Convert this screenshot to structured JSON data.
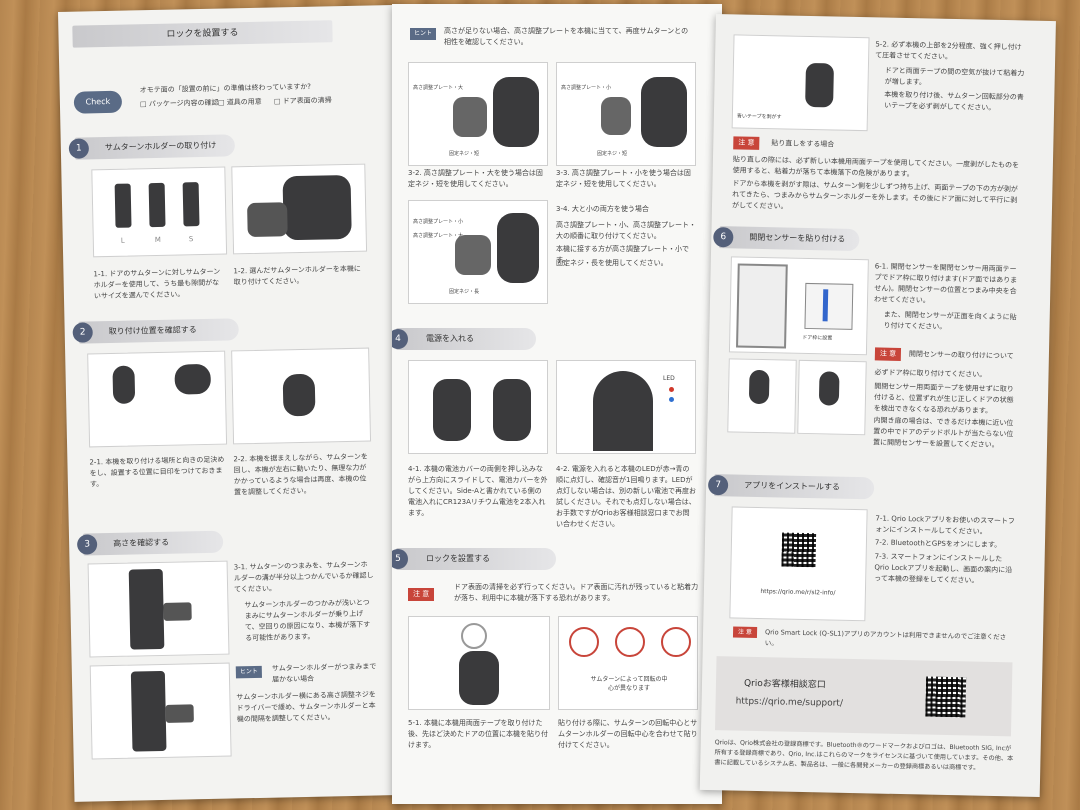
{
  "panel1": {
    "title": "ロックを設置する",
    "check_label": "Check",
    "check_question": "オモテ面の「設置の前に」の準備は終わっていますか?",
    "check_items": [
      "□ パッケージ内容の確認",
      "□ 道具の用意",
      "□ ドア表面の清掃"
    ],
    "s1_num": "1",
    "s1_title": "サムターンホルダーの取り付け",
    "s1_sizes": [
      "L",
      "M",
      "S"
    ],
    "s1_1": "1-1. ドアのサムターンに対しサムターンホルダーを使用して、うち最も隙間がないサイズを選んでください。",
    "s1_2": "1-2. 選んだサムターンホルダーを本機に取り付けてください。",
    "s2_num": "2",
    "s2_title": "取り付け位置を確認する",
    "s2_1": "2-1. 本機を取り付ける場所と向きの足決めをし、設置する位置に目印をつけておきます。",
    "s2_2": "2-2. 本機を据まえしながら、サムターンを回し、本機が左右に動いたり、無理な力がかかっているような場合は再度、本機の位置を調整してください。",
    "s3_num": "3",
    "s3_title": "高さを確認する",
    "s3_1": "3-1. サムターンのつまみを、サムターンホルダーの溝が半分以上つかんでいるか確認してください。",
    "s3_1b": "サムターンホルダーのつかみが浅いとつまみにサムターンホルダーが乗り上げて、空回りの原因になり、本機が落下する可能性があります。",
    "hint_label": "ヒント",
    "hint_title": "サムターンホルダーがつまみまで届かない場合",
    "hint_text": "サムターンホルダー横にある高さ調整ネジをドライバーで緩め、サムターンホルダーと本機の間隔を調整してください。"
  },
  "panel2": {
    "hint_label": "ヒント",
    "intro": "高さが足りない場合、高さ調整プレートを本機に当てて、再度サムターンとの相性を確認してください。",
    "plate_large": "高さ調整プレート・大",
    "plate_small": "高さ調整プレート・小",
    "screw_long": "固定ネジ・長",
    "screw_short": "固定ネジ・短",
    "s3_2": "3-2. 高さ調整プレート・大を使う場合は固定ネジ・短を使用してください。",
    "s3_3": "3-3. 高さ調整プレート・小を使う場合は固定ネジ・短を使用してください。",
    "s3_4": "3-4. 大と小の両方を使う場合",
    "s3_4_items": [
      "高さ調整プレート・小、高さ調整プレート・大の順番に取り付けてください。",
      "本機に接する方が高さ調整プレート・小です。",
      "固定ネジ・長を使用してください。"
    ],
    "s4_num": "4",
    "s4_title": "電源を入れる",
    "led_label": "LED",
    "s4_1": "4-1. 本機の電池カバーの両側を押し込みながら上方向にスライドして、電池カバーを外してください。Side-Aと書かれている側の電池入れにCR123Aリチウム電池を2本入れます。",
    "s4_2": "4-2. 電源を入れると本機のLEDが赤→青の順に点灯し、確認音が1回鳴ります。LEDが点灯しない場合は、別の新しい電池で再度お試しください。それでも点灯しない場合は、お手数ですがQrioお客様相談窓口までお問い合わせください。",
    "s5_num": "5",
    "s5_title": "ロックを設置する",
    "caution_label": "注 意",
    "s5_caution": "ドア表面の清掃を必ず行ってください。ドア表面に汚れが残っていると粘着力が落ち、利用中に本機が落下する恐れがあります。",
    "rotation_note": "サムターンによって回転の中心が異なります",
    "s5_1": "5-1. 本機に本機用両面テープを取り付けた後、先ほど決めたドアの位置に本機を貼り付けます。",
    "s5_1b": "貼り付ける際に、サムターンの回転中心とサムターンホルダーの回転中心を合わせて貼り付けてください。"
  },
  "panel3": {
    "s5_2": "5-2. 必ず本機の上部を2分程度、強く押し付けて圧着させてください。",
    "s5_2b": "ドアと両面テープの間の空気が抜けて粘着力が増します。",
    "s5_2c": "本機を取り付け後、サムターン回転部分の青いテープを必ず剥がしてください。",
    "tape_label": "青いテープを剥がす",
    "caution_label": "注 意",
    "reattach_title": "貼り直しをする場合",
    "reattach_items": [
      "貼り直しの際には、必ず新しい本機用両面テープを使用してください。一度剥がしたものを使用すると、粘着力が落ちて本機落下の危険があります。",
      "ドアから本機を剥がす際は、サムターン側を少しずつ持ち上げ、両面テープの下の方が剥がれてきたら、つまみからサムターンホルダーを外します。その後にドア面に対して平行に剥がしてください。"
    ],
    "s6_num": "6",
    "s6_title": "開閉センサーを貼り付ける",
    "door_frame_label": "ドア枠に設置",
    "s6_1": "6-1. 開閉センサーを開閉センサー用両面テープでドア枠に取り付けます(ドア面ではありません)。開閉センサーの位置とつまみ中央を合わせてください。",
    "s6_1b": "また、開閉センサーが正面を向くように貼り付けてください。",
    "sensor_caution": "開閉センサーの取り付けについて",
    "sensor_items": [
      "必ずドア枠に取り付けてください。",
      "開閉センサー用両面テープを使用せずに取り付けると、位置ずれが生じ正しくドアの状態を検出できなくなる恐れがあります。",
      "内開き扉の場合は、できるだけ本機に近い位置の中でドアのデッドボルトが当たらない位置に開閉センサーを設置してください。"
    ],
    "s7_num": "7",
    "s7_title": "アプリをインストールする",
    "qr_url": "https://qrio.me/r/sl2-info/",
    "s7_1": "7-1. Qrio Lockアプリをお使いのスマートフォンにインストールしてください。",
    "s7_2": "7-2. BluetoothとGPSをオンにします。",
    "s7_3": "7-3. スマートフォンにインストールしたQrio Lockアプリを起動し、画面の案内に沿って本機の登録をしてください。",
    "app_caution": "Qrio Smart Lock (Q-SL1)アプリのアカウントは利用できませんのでご注意ください。",
    "support_title": "Qrioお客様相談窓口",
    "support_url": "https://qrio.me/support/",
    "footer": "Qrioは、Qrio株式会社の登録商標です。Bluetooth®のワードマークおよびロゴは、Bluetooth SIG, Incが所有する登録商標であり、Qrio, Inc.はこれらのマークをライセンスに基づいて使用しています。その他、本書に記載しているシステム名、製品名は、一般に各開発メーカーの登録商標あるいは商標です。"
  }
}
